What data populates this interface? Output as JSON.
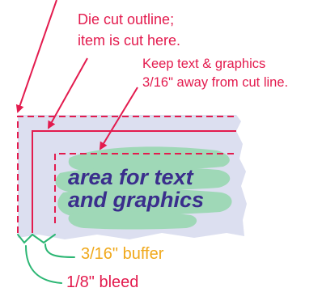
{
  "labels": {
    "die_cut_line1": "Die cut outline;",
    "die_cut_line2": "item is cut here.",
    "keep_line1": "Keep text & graphics",
    "keep_line2": "3/16\" away from cut line.",
    "area_line1": "area for text",
    "area_line2": "and graphics",
    "buffer": "3/16\" buffer",
    "bleed": "1/8\" bleed"
  },
  "colors": {
    "annotation_red": "#e31b4e",
    "buffer_orange": "#f0a81a",
    "bracket_green": "#2bb673",
    "bleed_fill": "#dcdff0",
    "safe_area_green": "#9fd8b7",
    "area_text_purple": "#3a2e8c"
  }
}
